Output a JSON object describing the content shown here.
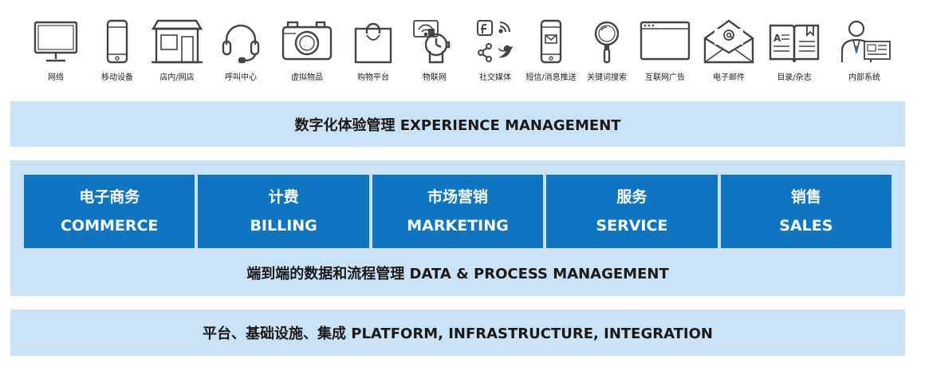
{
  "channels": [
    {
      "label": "网络",
      "icon": "monitor-icon"
    },
    {
      "label": "移动设备",
      "icon": "mobile-phone-icon"
    },
    {
      "label": "店内/网店",
      "icon": "store-icon"
    },
    {
      "label": "呼叫中心",
      "icon": "headset-icon"
    },
    {
      "label": "虚拟物品",
      "icon": "camera-icon"
    },
    {
      "label": "购物平台",
      "icon": "shopping-bag-icon"
    },
    {
      "label": "物联网",
      "icon": "iot-wifi-watch-icon"
    },
    {
      "label": "社交媒体",
      "icon": "social-media-icon"
    },
    {
      "label": "短信/消息推送",
      "icon": "sms-phone-icon"
    },
    {
      "label": "关键词搜索",
      "icon": "magnifier-icon"
    },
    {
      "label": "互联网广告",
      "icon": "browser-ad-icon"
    },
    {
      "label": "电子邮件",
      "icon": "email-envelope-icon"
    },
    {
      "label": "目录/杂志",
      "icon": "catalog-book-icon"
    },
    {
      "label": "内部系统",
      "icon": "internal-system-icon"
    }
  ],
  "layers": {
    "experience": "数字化体验管理 EXPERIENCE MANAGEMENT",
    "data_process": "端到端的数据和流程管理 DATA & PROCESS MANAGEMENT",
    "platform": "平台、基础设施、集成 PLATFORM, INFRASTRUCTURE, INTEGRATION"
  },
  "modules": [
    {
      "zh": "电子商务",
      "en": "COMMERCE"
    },
    {
      "zh": "计费",
      "en": "BILLING"
    },
    {
      "zh": "市场营销",
      "en": "MARKETING"
    },
    {
      "zh": "服务",
      "en": "SERVICE"
    },
    {
      "zh": "销售",
      "en": "SALES"
    }
  ],
  "colors": {
    "band": "#c9e2f5",
    "module": "#0f75c0",
    "icon_stroke": "#444444",
    "icon_accent": "#2f6fb0"
  }
}
